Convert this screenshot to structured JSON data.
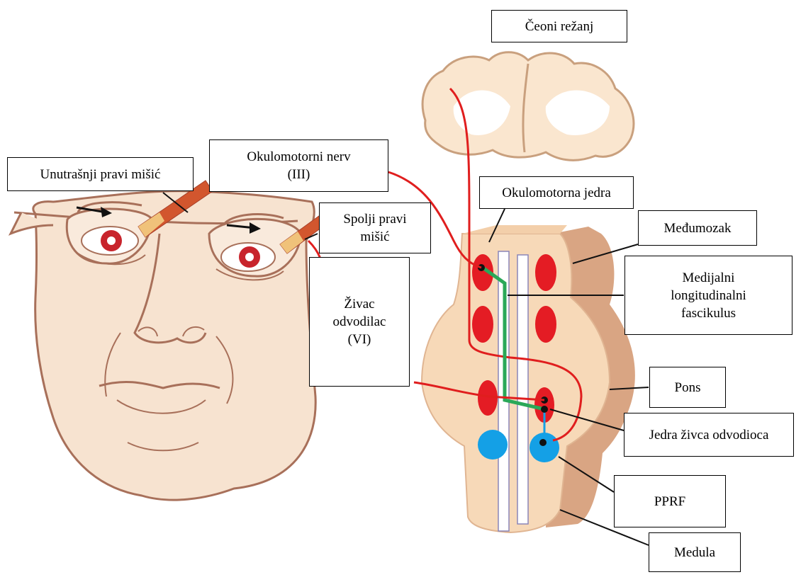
{
  "labels": {
    "ceoni_rezanj": "Čeoni režanj",
    "okulomotorni_nerv": [
      "Okulomotorni nerv",
      "(III)"
    ],
    "unutrasnji_pravi_misic": "Unutrašnji pravi mišić",
    "okulomotorna_jedra": "Okulomotorna jedra",
    "spolji_pravi_misic": [
      "Spolji pravi",
      "mišić"
    ],
    "medjumozak": "Međumozak",
    "zivac_odvodilac": [
      "Živac",
      "odvodilac",
      "(VI)"
    ],
    "mlf": [
      "Medijalni",
      "longitudinalni",
      "fascikulus"
    ],
    "pons": "Pons",
    "jedra_zivca_odvodioca": "Jedra živca odvodioca",
    "pprf": "PPRF",
    "medula": "Medula"
  },
  "colors": {
    "skin": "#f7e3d0",
    "outline": "#a8705a",
    "brain": "#fae6cf",
    "brainstem": "#f7d9b8",
    "brainstem_shadow": "#d9a583",
    "nerve_red": "#e01e1e",
    "nucleus_red": "#e41c24",
    "mlf_green": "#2aa858",
    "pprf_blue": "#14a0e6",
    "muscle": "#d2562e",
    "arrow": "#111111"
  }
}
